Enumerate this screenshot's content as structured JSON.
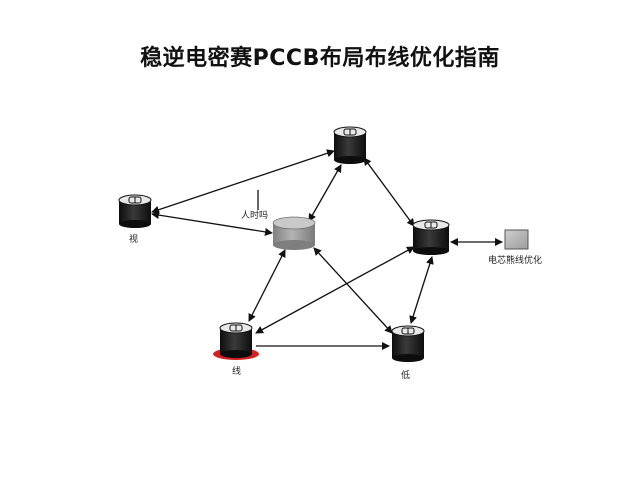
{
  "title": "稳逆电密赛PCCB布局布线优化指南",
  "labels": {
    "left_node": "视",
    "link_annotation": "人时吗",
    "right_box": "电芯熊线优化",
    "bottom_left_node": "线",
    "bottom_right_node": "低"
  },
  "colors": {
    "node_dark": "#1e1e1e",
    "node_gray": "#9a9a9a",
    "highlight_red": "#d42020",
    "box_gray": "#b5b5b5"
  },
  "icons": {
    "node_cap": "lens-cap-icon",
    "square": "square-box-icon"
  }
}
